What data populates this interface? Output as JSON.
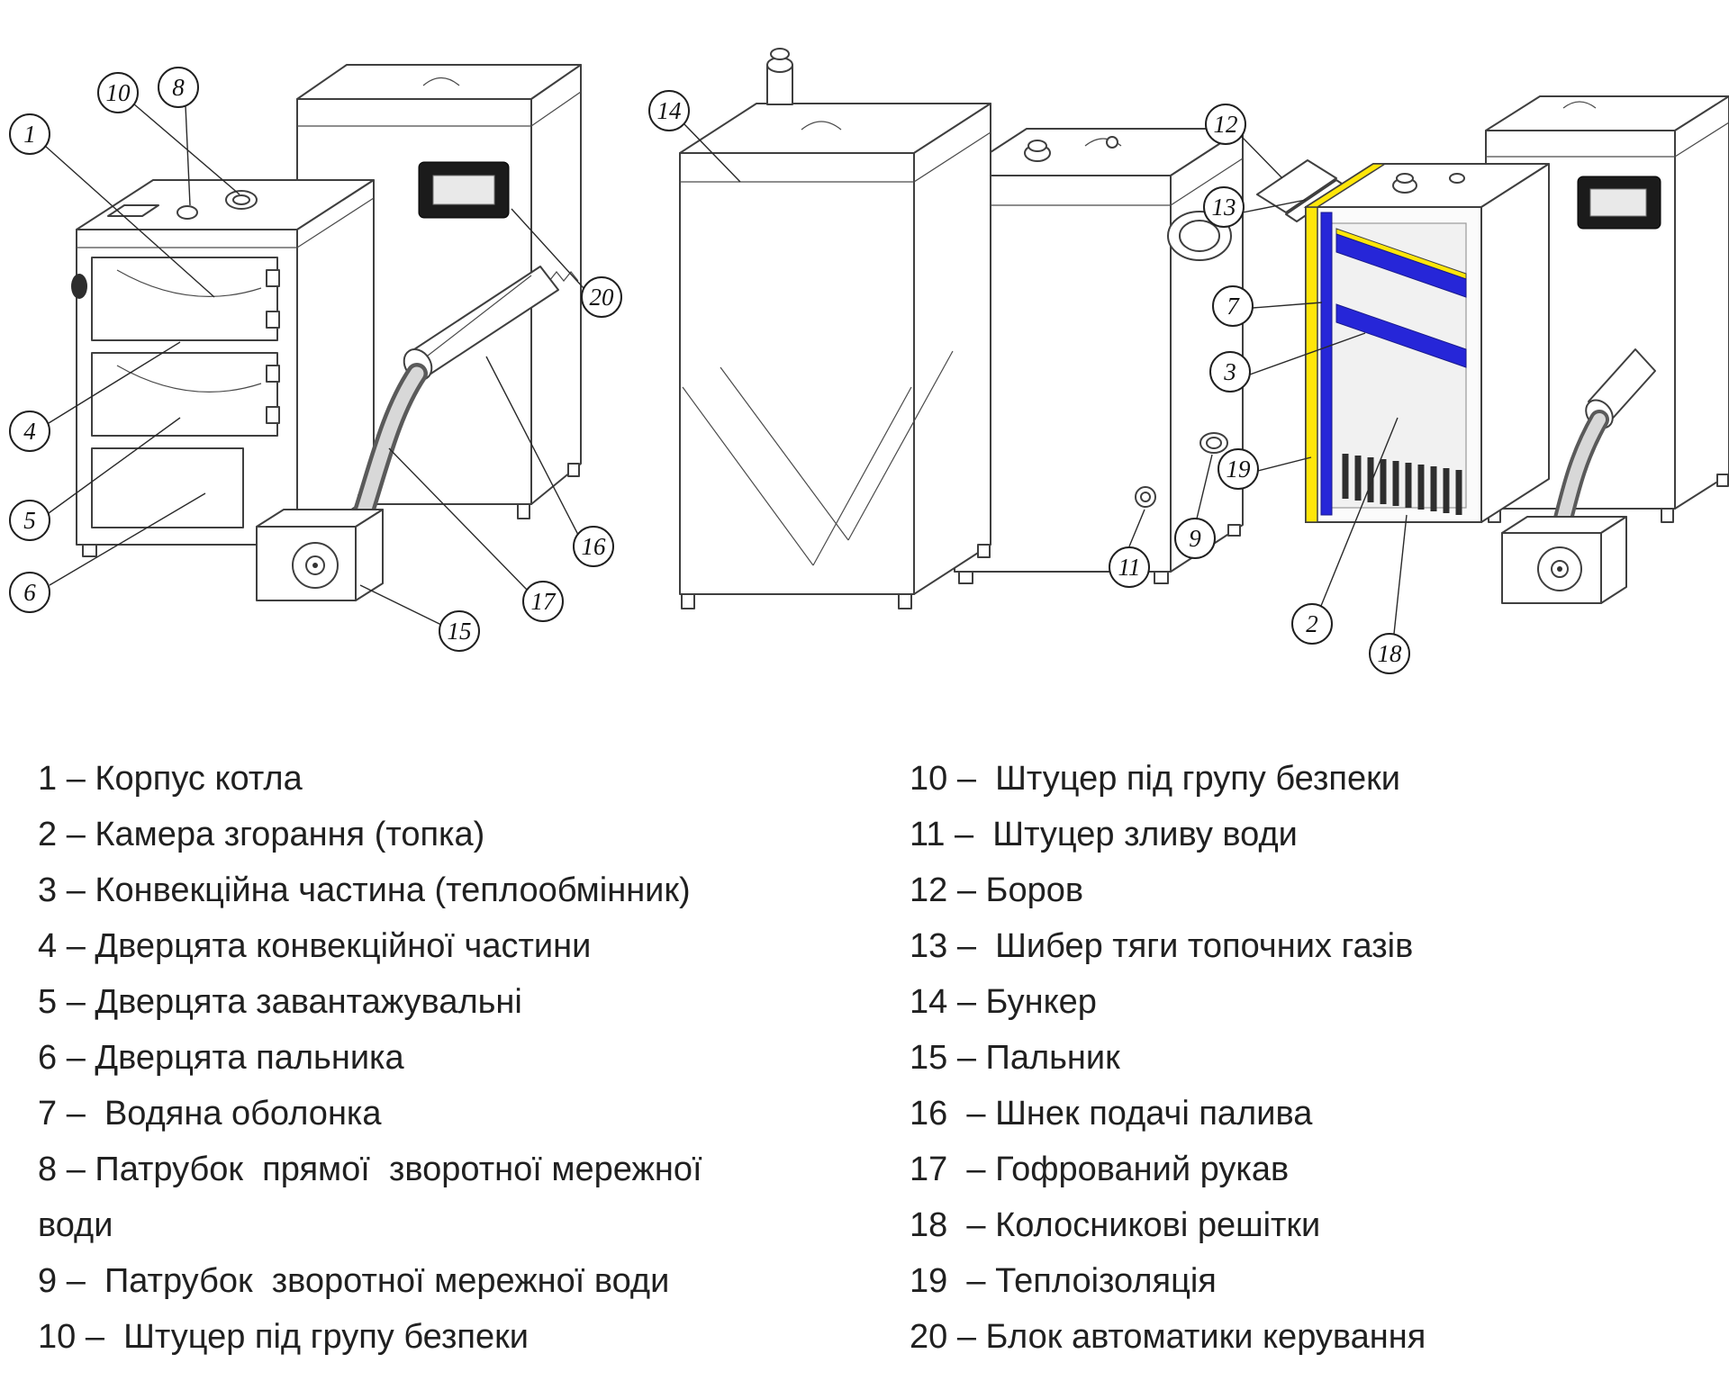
{
  "figure": {
    "views": {
      "left": {
        "callouts": [
          "10",
          "8",
          "1",
          "4",
          "5",
          "6",
          "20",
          "16",
          "17",
          "15"
        ]
      },
      "middle": {
        "callouts": [
          "14",
          "11",
          "9"
        ]
      },
      "right": {
        "callouts": [
          "12",
          "13",
          "7",
          "3",
          "19",
          "2",
          "18"
        ]
      }
    },
    "colors": {
      "line": "#3f3f3f",
      "highlight_blue": "#2626d8",
      "highlight_yellow": "#ffe60a",
      "panel_dark": "#1b1b1b"
    }
  },
  "legend": {
    "left_column": [
      "1 – Корпус котла",
      "2 – Камера згорання (топка)",
      "3 – Конвекційна частина (теплообмінник)",
      "4 – Дверцята конвекційної частини",
      "5 – Дверцята завантажувальні",
      "6 – Дверцята пальника",
      "7 –  Водяна оболонка",
      "8 – Патрубок  прямої  зворотної мережної\nводи",
      "9 –  Патрубок  зворотної мережної води",
      "10 –  Штуцер під групу безпеки"
    ],
    "right_column": [
      "10 –  Штуцер під групу безпеки",
      "11 –  Штуцер зливу води",
      "12 – Боров",
      "13 –  Шибер тяги топочних газів",
      "14 – Бункер",
      "15 – Пальник",
      "16  – Шнек подачі палива",
      "17  – Гофрований рукав",
      "18  – Колосникові решітки",
      "19  – Теплоізоляція",
      "20 – Блок автоматики керування"
    ]
  }
}
